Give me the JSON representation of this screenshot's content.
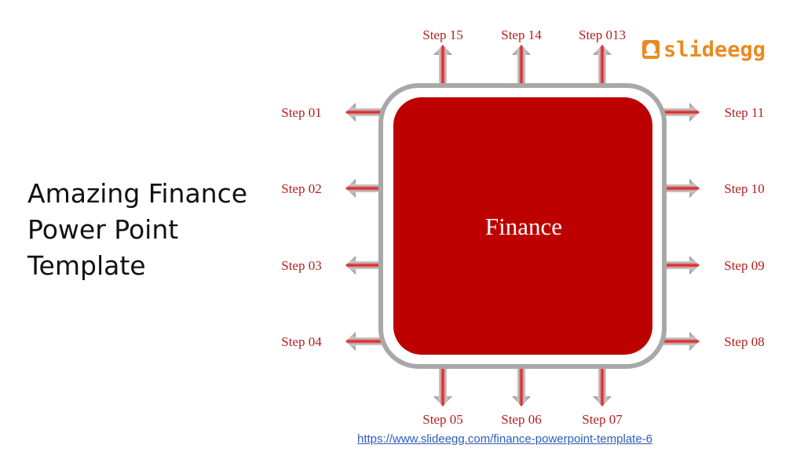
{
  "slide": {
    "title_lines": [
      "Amazing Finance",
      "Power Point",
      "Template"
    ],
    "center_label": "Finance",
    "logo_text": "slideegg",
    "source_link": "https://www.slideegg.com/finance-powerpoint-template-6"
  },
  "steps": [
    {
      "label": "Step 15",
      "direction": "up"
    },
    {
      "label": "Step 14",
      "direction": "up"
    },
    {
      "label": "Step 013",
      "direction": "up"
    },
    {
      "label": "Step 01",
      "direction": "left"
    },
    {
      "label": "Step 02",
      "direction": "left"
    },
    {
      "label": "Step 03",
      "direction": "left"
    },
    {
      "label": "Step 04",
      "direction": "left"
    },
    {
      "label": "Step 11",
      "direction": "right"
    },
    {
      "label": "Step 10",
      "direction": "right"
    },
    {
      "label": "Step 09",
      "direction": "right"
    },
    {
      "label": "Step 08",
      "direction": "right"
    },
    {
      "label": "Step 05",
      "direction": "down"
    },
    {
      "label": "Step 06",
      "direction": "down"
    },
    {
      "label": "Step 07",
      "direction": "down"
    }
  ],
  "colors": {
    "core_fill": "#bd0000",
    "frame_stroke": "#a8a8a8",
    "arrow_gray": "#8f8f8f",
    "arrow_glow": "#e01818",
    "step_text": "#b51d1d",
    "logo": "#e98b1f",
    "link": "#2d5db8"
  }
}
